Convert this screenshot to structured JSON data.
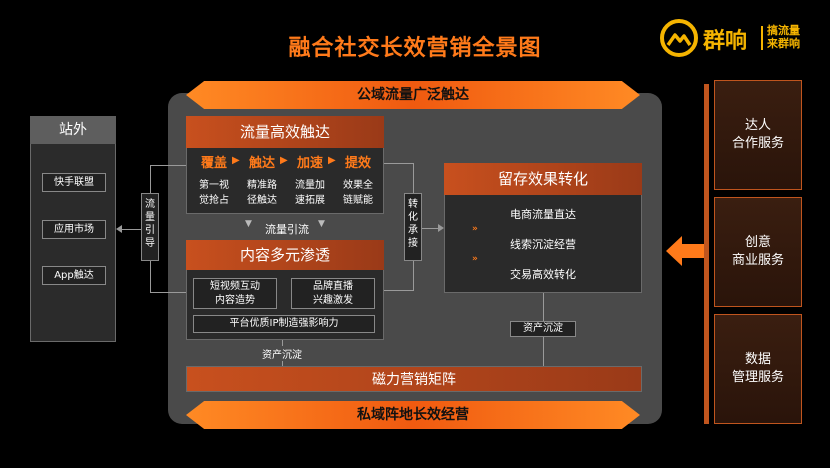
{
  "title": "融合社交长效营销全景图",
  "logo": {
    "name": "群响",
    "slogan_line1": "搞流量",
    "slogan_line2": "来群响"
  },
  "top_bar": "公域流量广泛触达",
  "bottom_bar": "私域阵地长效经营",
  "external": {
    "header": "站外",
    "items": [
      "快手联盟",
      "应用市场",
      "App触达"
    ]
  },
  "reach": {
    "header": "流量高效触达",
    "steps": [
      {
        "label": "覆盖",
        "desc1": "第一视",
        "desc2": "觉抢占"
      },
      {
        "label": "触达",
        "desc1": "精准路",
        "desc2": "径触达"
      },
      {
        "label": "加速",
        "desc1": "流量加",
        "desc2": "速拓展"
      },
      {
        "label": "提效",
        "desc1": "效果全",
        "desc2": "链赋能"
      }
    ]
  },
  "traffic_guide": "流量引流",
  "left_connector": [
    "流",
    "量",
    "引",
    "导"
  ],
  "content": {
    "header": "内容多元渗透",
    "cell1_line1": "短视频互动",
    "cell1_line2": "内容造势",
    "cell2_line1": "品牌直播",
    "cell2_line2": "兴趣激发",
    "ip": "平台优质IP制造强影响力"
  },
  "convert_connector": [
    "转",
    "化",
    "承",
    "接"
  ],
  "retention": {
    "header": "留存效果转化",
    "items": [
      "电商流量直达",
      "线索沉淀经营",
      "交易高效转化"
    ]
  },
  "asset_label_left": "资产沉淀",
  "asset_label_right": "资产沉淀",
  "matrix": "磁力营销矩阵",
  "services": [
    {
      "line1": "达人",
      "line2": "合作服务"
    },
    {
      "line1": "创意",
      "line2": "商业服务"
    },
    {
      "line1": "数据",
      "line2": "管理服务"
    }
  ],
  "colors": {
    "accent": "#ff7a1a",
    "brand": "#f5b400",
    "panel": "#4a4a4a"
  }
}
